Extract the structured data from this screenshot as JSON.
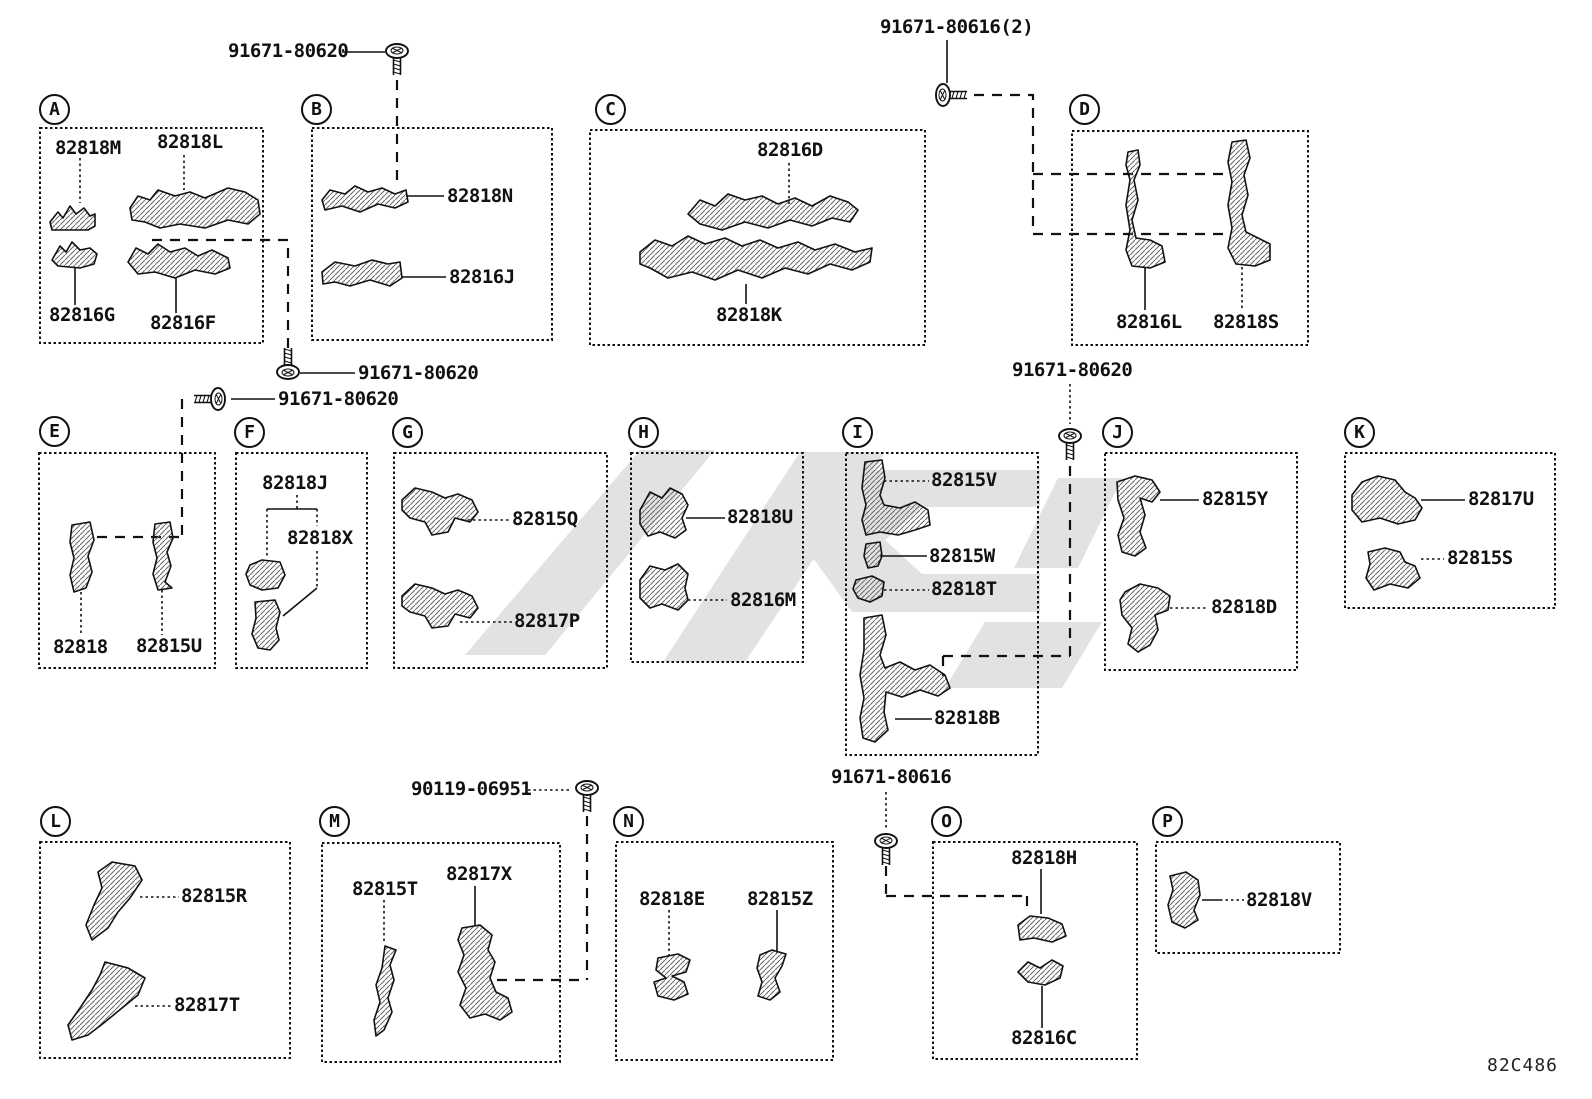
{
  "diagram_code": "82C486",
  "fasteners": [
    {
      "id": "screw-top-center",
      "label": "91671-80620"
    },
    {
      "id": "screw-top-right",
      "label": "91671-80616(2)"
    },
    {
      "id": "screw-below-a-upper",
      "label": "91671-80620"
    },
    {
      "id": "screw-below-a-lower",
      "label": "91671-80620"
    },
    {
      "id": "screw-above-j",
      "label": "91671-80620"
    },
    {
      "id": "screw-above-n",
      "label": "90119-06951"
    },
    {
      "id": "screw-above-o",
      "label": "91671-80616"
    }
  ],
  "sections": {
    "A": {
      "letter": "A",
      "parts": [
        {
          "label": "82818M"
        },
        {
          "label": "82818L"
        },
        {
          "label": "82816G"
        },
        {
          "label": "82816F"
        }
      ]
    },
    "B": {
      "letter": "B",
      "parts": [
        {
          "label": "82818N"
        },
        {
          "label": "82816J"
        }
      ]
    },
    "C": {
      "letter": "C",
      "parts": [
        {
          "label": "82816D"
        },
        {
          "label": "82818K"
        }
      ]
    },
    "D": {
      "letter": "D",
      "parts": [
        {
          "label": "82816L"
        },
        {
          "label": "82818S"
        }
      ]
    },
    "E": {
      "letter": "E",
      "parts": [
        {
          "label": "82818"
        },
        {
          "label": "82815U"
        }
      ]
    },
    "F": {
      "letter": "F",
      "parts": [
        {
          "label": "82818J"
        },
        {
          "label": "82818X"
        }
      ]
    },
    "G": {
      "letter": "G",
      "parts": [
        {
          "label": "82815Q"
        },
        {
          "label": "82817P"
        }
      ]
    },
    "H": {
      "letter": "H",
      "parts": [
        {
          "label": "82818U"
        },
        {
          "label": "82816M"
        }
      ]
    },
    "I": {
      "letter": "I",
      "parts": [
        {
          "label": "82815V"
        },
        {
          "label": "82815W"
        },
        {
          "label": "82818T"
        },
        {
          "label": "82818B"
        }
      ]
    },
    "J": {
      "letter": "J",
      "parts": [
        {
          "label": "82815Y"
        },
        {
          "label": "82818D"
        }
      ]
    },
    "K": {
      "letter": "K",
      "parts": [
        {
          "label": "82817U"
        },
        {
          "label": "82815S"
        }
      ]
    },
    "L": {
      "letter": "L",
      "parts": [
        {
          "label": "82815R"
        },
        {
          "label": "82817T"
        }
      ]
    },
    "M": {
      "letter": "M",
      "parts": [
        {
          "label": "82815T"
        },
        {
          "label": "82817X"
        }
      ]
    },
    "N": {
      "letter": "N",
      "parts": [
        {
          "label": "82818E"
        },
        {
          "label": "82815Z"
        }
      ]
    },
    "O": {
      "letter": "O",
      "parts": [
        {
          "label": "82818H"
        },
        {
          "label": "82816C"
        }
      ]
    },
    "P": {
      "letter": "P",
      "parts": [
        {
          "label": "82818V"
        }
      ]
    }
  }
}
